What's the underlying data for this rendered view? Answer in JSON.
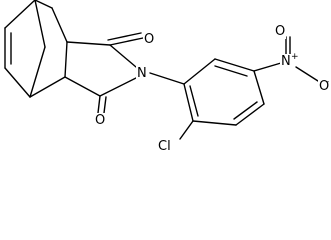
{
  "atoms": {
    "carbonyl_o_top": "O",
    "carbonyl_o_bottom": "O",
    "imide_n": "N",
    "chlorine": "Cl",
    "nitro_n": "N",
    "nitro_o_double": "O",
    "nitro_o_single": "O"
  },
  "charges": {
    "nitro_n": "+",
    "nitro_o": "-"
  },
  "colors": {
    "bond": "#000000",
    "label": "#000000",
    "background": "#ffffff"
  }
}
